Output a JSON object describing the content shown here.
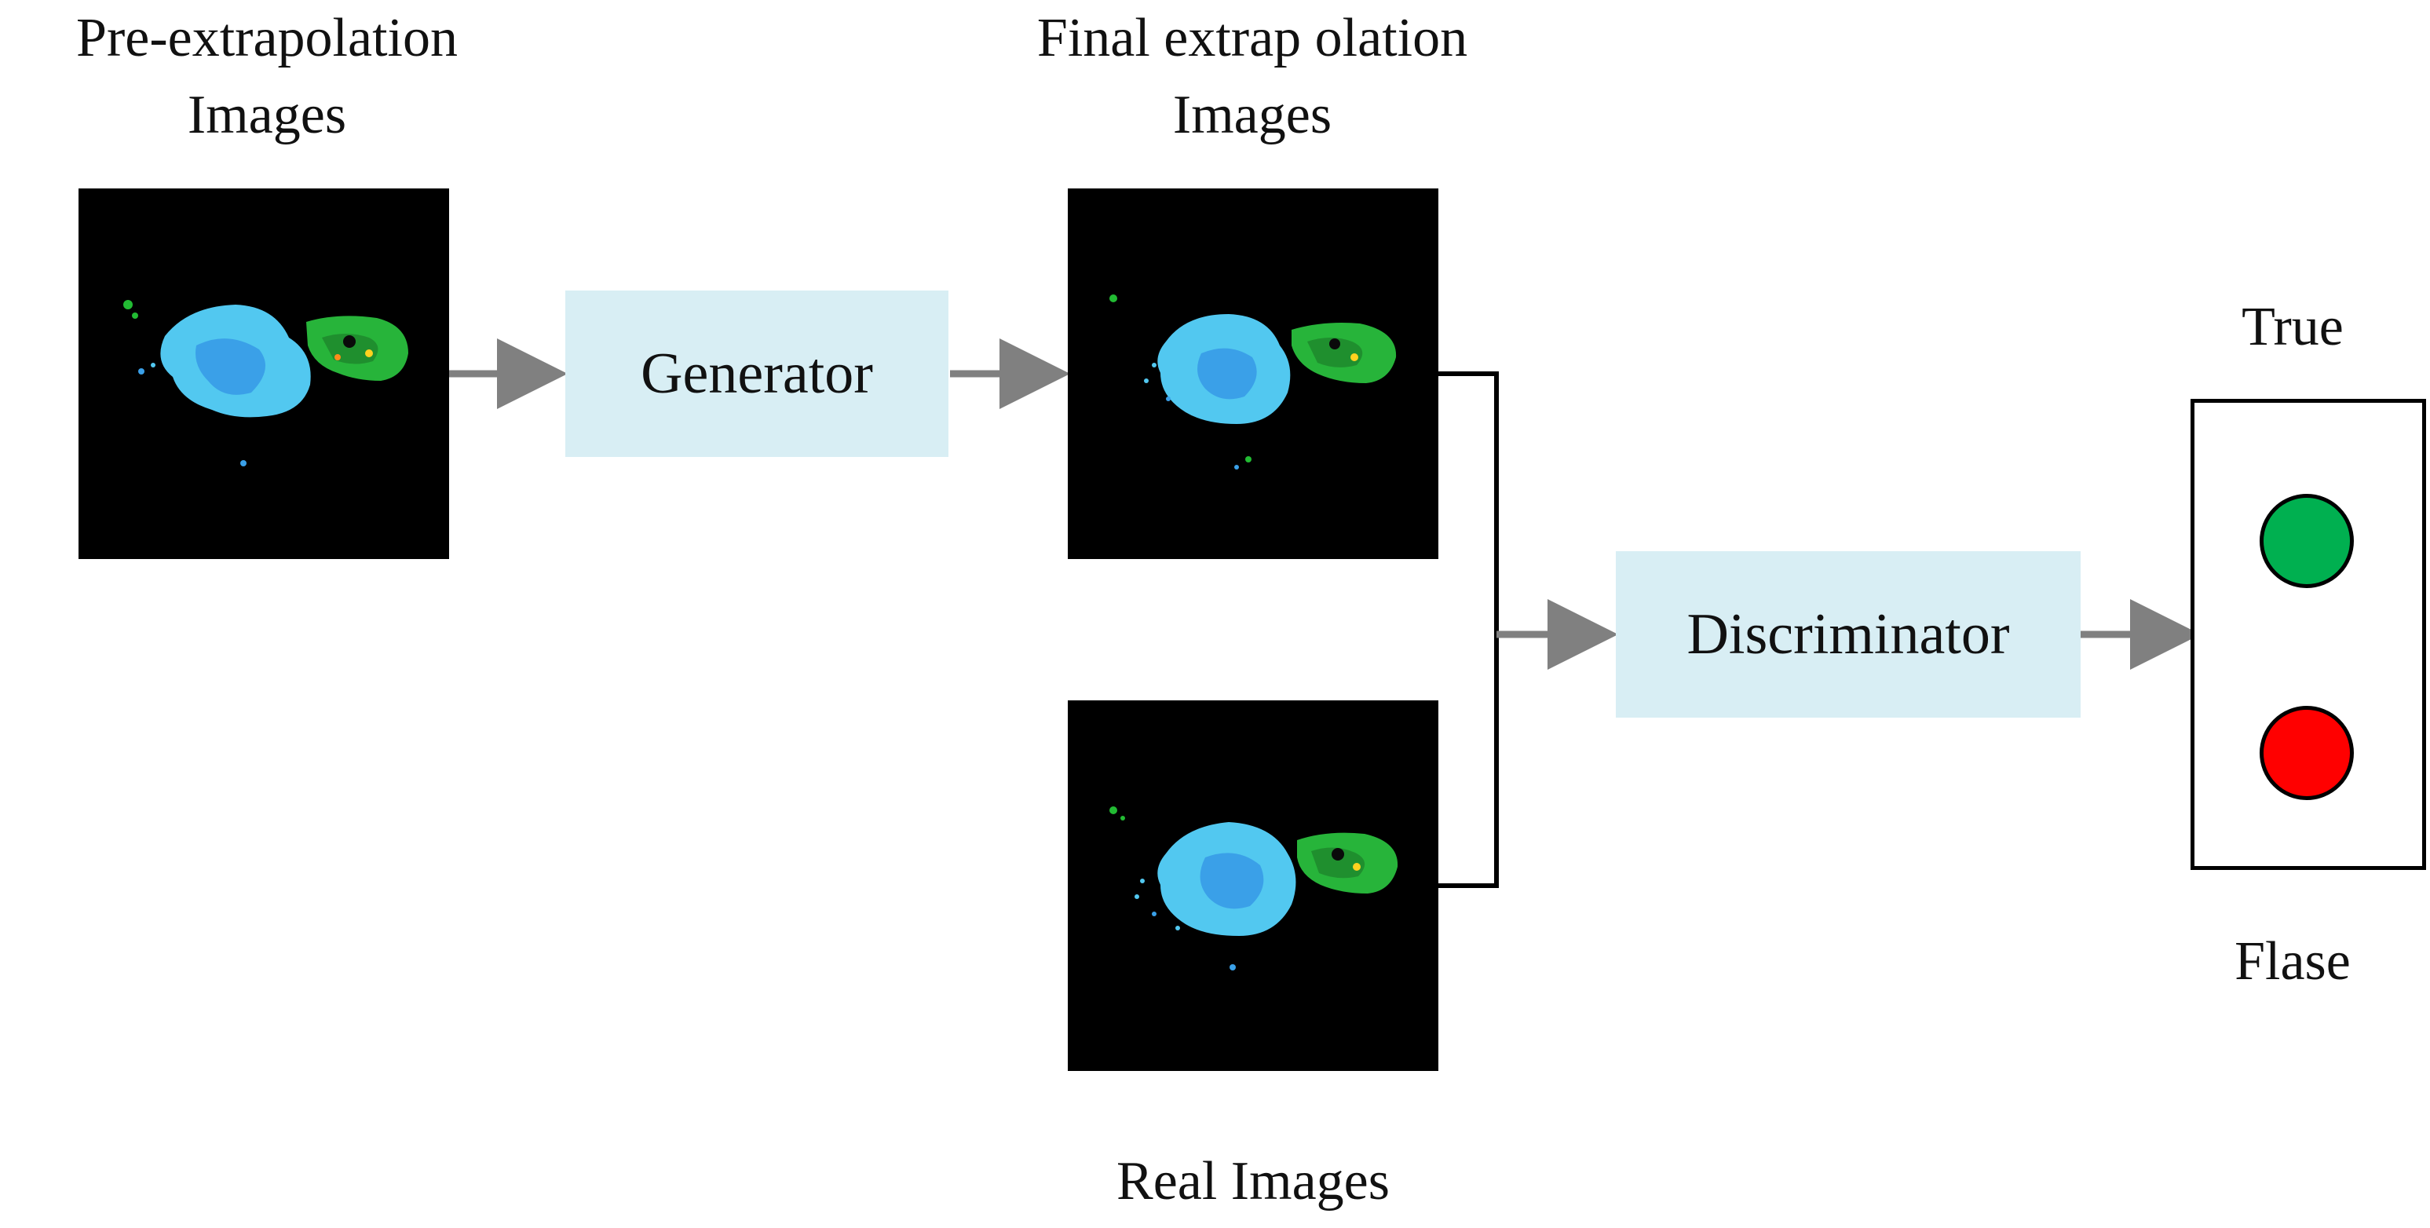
{
  "labels": {
    "pre_line1": "Pre-extrapolation",
    "pre_line2": "Images",
    "final_line1": "Final extrap olation",
    "final_line2": "Images",
    "real": "Real Images",
    "true": "True",
    "false": "Flase"
  },
  "blocks": {
    "generator": "Generator",
    "discriminator": "Discriminator"
  },
  "colors": {
    "block_fill": "#d8eef4",
    "arrow": "#808080",
    "true_dot": "#00b050",
    "false_dot": "#ff0000",
    "image_bg": "#000000"
  },
  "icons": {
    "true_indicator": "green-circle",
    "false_indicator": "red-circle"
  }
}
